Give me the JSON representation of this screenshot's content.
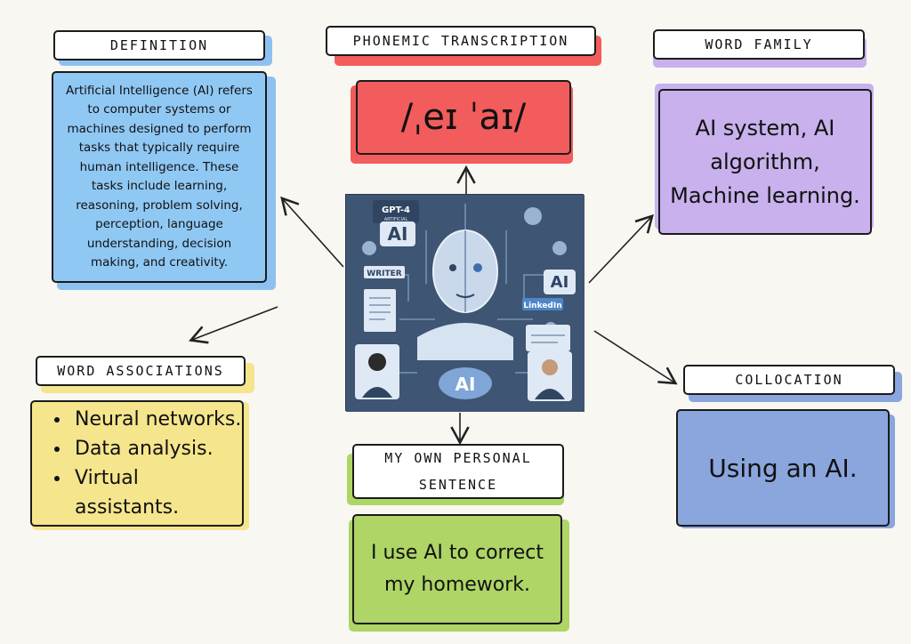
{
  "definition": {
    "label": "DEFINITION",
    "text": "Artificial Intelligence (AI) refers to computer systems or machines designed to perform tasks that typically require human intelligence. These tasks include learning, reasoning, problem solving, perception, language understanding, decision making, and creativity."
  },
  "phonemic": {
    "label": "PHONEMIC TRANSCRIPTION",
    "text": "/ˌeɪ ˈaɪ/"
  },
  "word_family": {
    "label": "WORD FAMILY",
    "text": "AI system, AI algorithm, Machine learning."
  },
  "associations": {
    "label": "WORD ASSOCIATIONS",
    "items": [
      "Neural networks.",
      "Data analysis.",
      "Virtual assistants."
    ]
  },
  "personal_sentence": {
    "label_line1": "MY OWN PERSONAL",
    "label_line2": "SENTENCE",
    "text": "I use AI to correct my homework."
  },
  "collocation": {
    "label": "COLLOCATION",
    "text": "Using an AI."
  },
  "center_image": {
    "badge_top": "GPT-4",
    "badge_sub": "ARTIFICIAL",
    "ai_badge_1": "AI",
    "ai_badge_2": "AI",
    "ai_badge_3": "AI",
    "writer_tag": "WRITER",
    "linkedin_tag": "LinkedIn"
  },
  "colors": {
    "blue": "#90c8f4",
    "red": "#f25c5c",
    "purple": "#c8b1ec",
    "yellow": "#f5e58c",
    "green": "#aed566",
    "slate_blue": "#8aa6dd"
  }
}
